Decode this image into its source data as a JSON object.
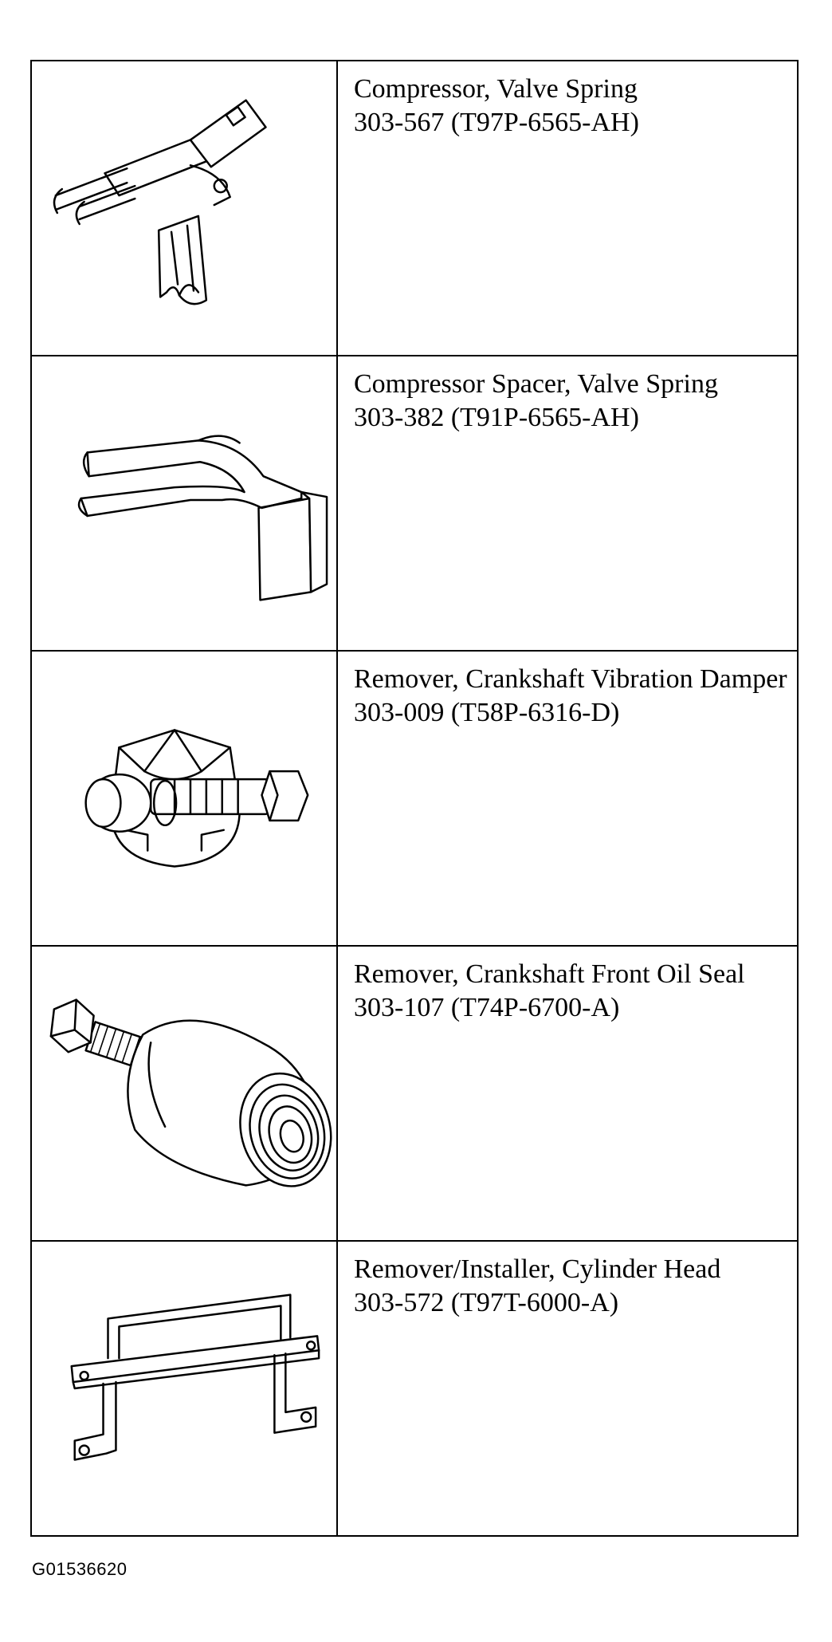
{
  "tools": [
    {
      "name": "Compressor, Valve Spring",
      "number": "303-567 (T97P-6565-AH)",
      "illustration_icon": "valve-spring-compressor-icon"
    },
    {
      "name": "Compressor Spacer, Valve Spring",
      "number": "303-382 (T91P-6565-AH)",
      "illustration_icon": "compressor-spacer-icon"
    },
    {
      "name": "Remover, Crankshaft Vibration Damper",
      "number": "303-009 (T58P-6316-D)",
      "illustration_icon": "damper-remover-icon"
    },
    {
      "name": "Remover, Crankshaft Front Oil Seal",
      "number": "303-107 (T74P-6700-A)",
      "illustration_icon": "oil-seal-remover-icon"
    },
    {
      "name": "Remover/Installer, Cylinder Head",
      "number": "303-572 (T97T-6000-A)",
      "illustration_icon": "cylinder-head-bracket-icon"
    }
  ],
  "figure_code": "G01536620"
}
